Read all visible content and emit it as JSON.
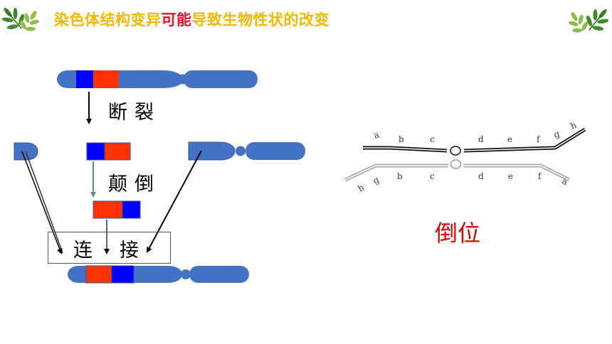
{
  "title": {
    "part1": "染色体结构变异",
    "highlight": "可能",
    "part2": "导致生物性状的改变"
  },
  "steps": {
    "break": "断裂",
    "invert": "颠倒",
    "join": "连接"
  },
  "inversion_label": "倒位",
  "chromatid_letters": {
    "top": [
      "a",
      "b",
      "c",
      "d",
      "e",
      "f",
      "g",
      "h"
    ],
    "bottom": [
      "h",
      "g",
      "b",
      "c",
      "d",
      "e",
      "f",
      "a"
    ]
  },
  "colors": {
    "chromosome": "#4472c4",
    "segment_blue": "#0000ff",
    "segment_red": "#ff3300",
    "title": "#f5b800",
    "title_highlight": "#e8102a",
    "inversion_label": "#e00000"
  }
}
